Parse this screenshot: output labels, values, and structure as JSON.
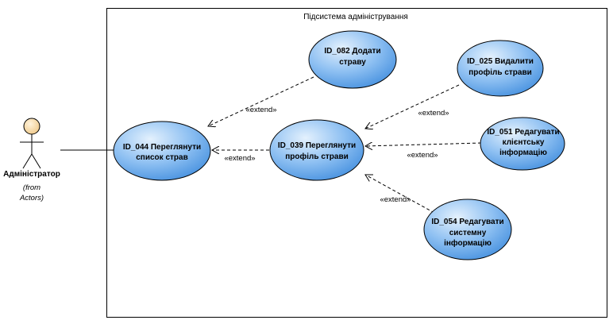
{
  "system": {
    "title": "Підсистема адміністрування"
  },
  "actor": {
    "name": "Адміністратор",
    "from_line1": "(from",
    "from_line2": "Actors)"
  },
  "use_cases": {
    "uc044": {
      "line1": "ID_044 Переглянути",
      "line2": "список страв"
    },
    "uc039": {
      "line1": "ID_039 Переглянути",
      "line2": "профіль страви"
    },
    "uc082": {
      "line1": "ID_082 Додати",
      "line2": "страву"
    },
    "uc025": {
      "line1": "ID_025 Видалити",
      "line2": "профіль страви"
    },
    "uc051": {
      "line1": "ID_051 Редагувати",
      "line2": "клієнтську",
      "line3": "інформацію"
    },
    "uc054": {
      "line1": "ID_054 Редагувати",
      "line2": "системну",
      "line3": "інформацію"
    }
  },
  "relations": {
    "r082_044": "«extend»",
    "r039_044": "«extend»",
    "r025_039": "«extend»",
    "r051_039": "«extend»",
    "r054_039": "«extend»"
  },
  "colors": {
    "usecase_fill_light": "#cfe6fb",
    "usecase_fill_dark": "#4a93e0",
    "actor_head": "#f5d9a8",
    "line": "#000000"
  }
}
